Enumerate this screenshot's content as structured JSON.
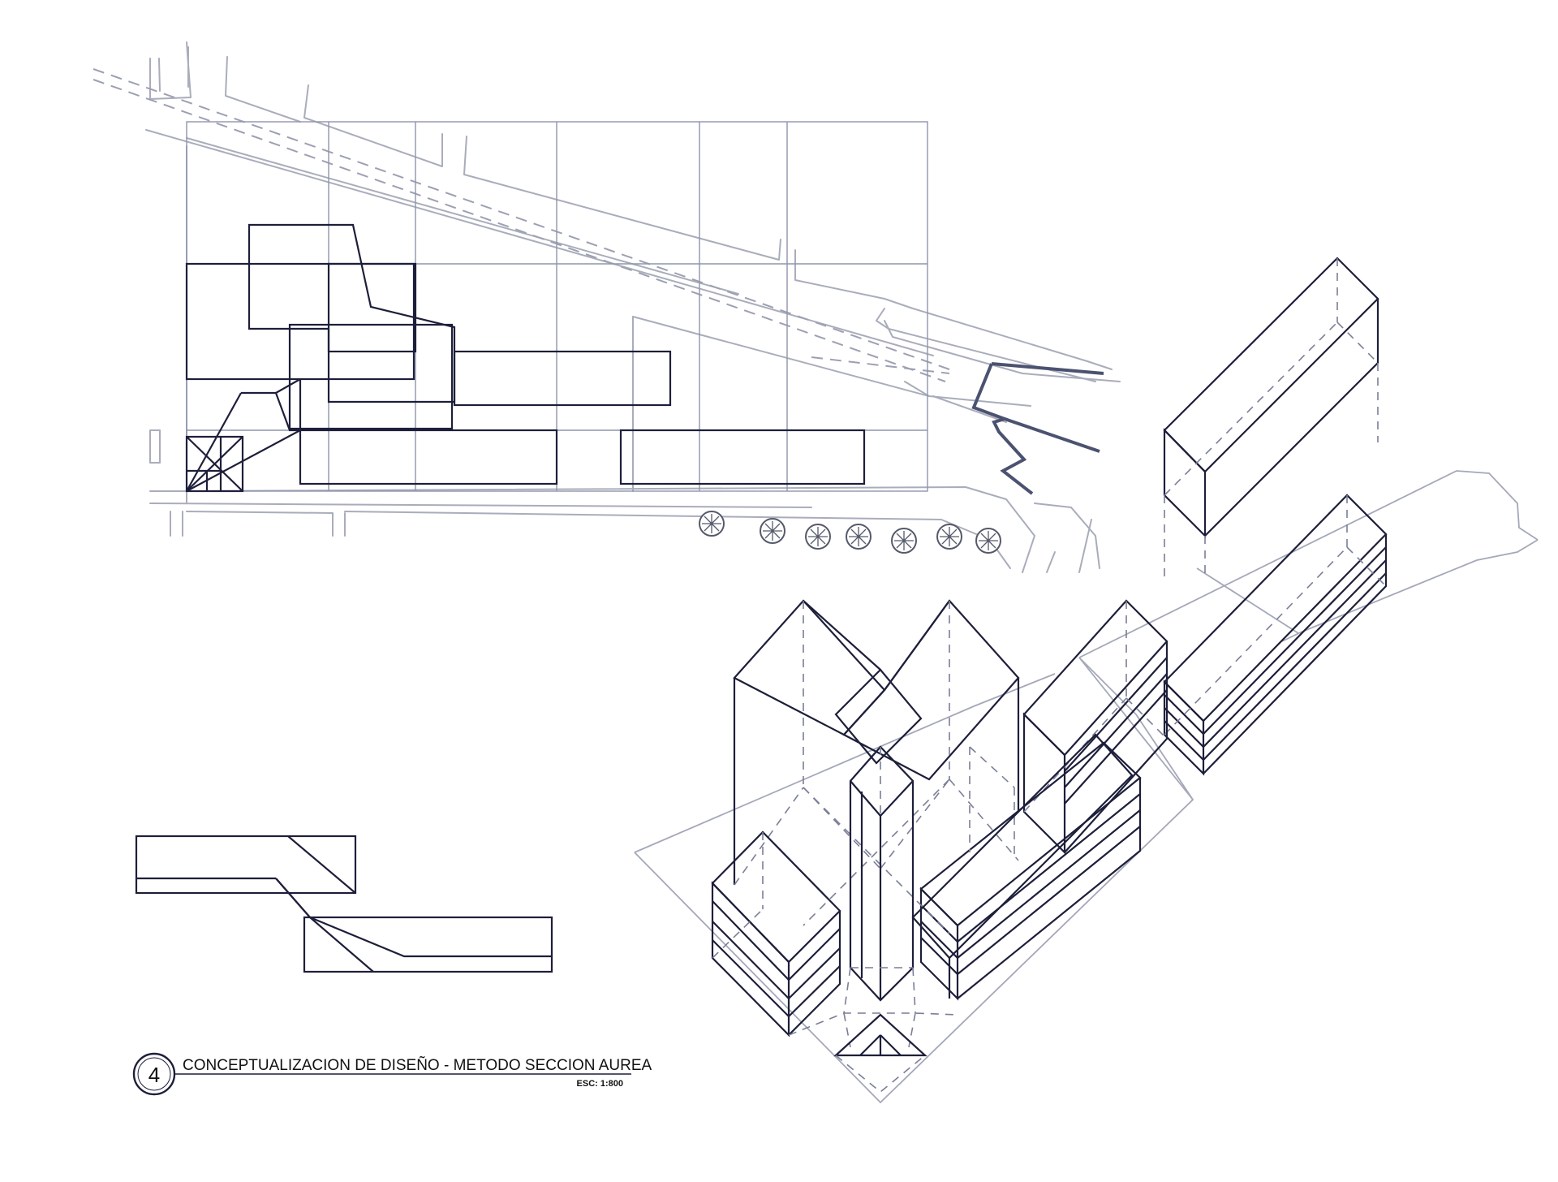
{
  "title_block": {
    "number": "4",
    "title": "CONCEPTUALIZACION DE DISEÑO - METODO SECCION AUREA",
    "scale": "ESC: 1:800"
  },
  "colors": {
    "background": "#ffffff",
    "line_dark": "#1d1f3a",
    "line_site": "#a9adbb",
    "line_grid": "#8f95ac"
  },
  "views": {
    "site_plan": "plan",
    "diagram": "diagram",
    "axonometric": "axonometric"
  }
}
